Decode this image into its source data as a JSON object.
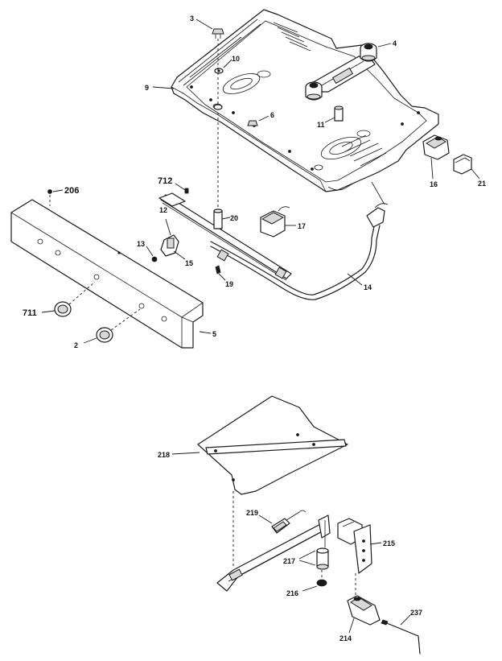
{
  "diagram": {
    "callouts": {
      "c3": "3",
      "c4": "4",
      "c10": "10",
      "c9": "9",
      "c6": "6",
      "c11": "11",
      "c16": "16",
      "c21": "21",
      "c712": "712",
      "c206": "206",
      "c20": "20",
      "c17": "17",
      "c12": "12",
      "c13": "13",
      "c15": "15",
      "c19": "19",
      "c14": "14",
      "c711": "711",
      "c5": "5",
      "c2": "2",
      "c218": "218",
      "c219": "219",
      "c215": "215",
      "c217": "217",
      "c216": "216",
      "c214": "214",
      "c237": "237"
    }
  }
}
